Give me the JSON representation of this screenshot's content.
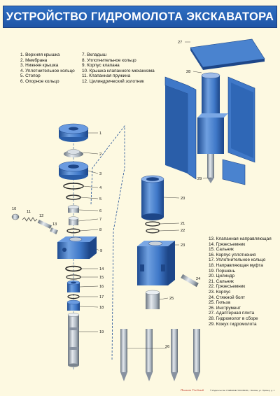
{
  "title": "УСТРОЙСТВО ГИДРОМОЛОТА ЭКСКАВАТОРА",
  "legend_left": [
    "1. Верхняя крышка",
    "2. Мембрана",
    "3. Нижняя крышка",
    "4. Уплотнительное кольцо",
    "5. Стопор",
    "6. Опорное кольцо"
  ],
  "legend_middle": [
    "7. Вкладыш",
    "8. Уплотнительное кольцо",
    "9. Корпус клапана",
    "10. Крышка клапанного механизма",
    "11. Клапанная пружина",
    "12. Цилиндрический золотник"
  ],
  "legend_right": [
    "13. Клапанная направляющая",
    "14. Грязесъемник",
    "15. Сальник",
    "16. Корпус уплотнения",
    "17. Уплотнительное кольцо",
    "18. Направляющая муфта",
    "19. Поршень",
    "20. Цилиндр",
    "21. Сальник",
    "22. Грязесъемник",
    "23. Корпус",
    "24. Стяжной болт",
    "25. Гильза",
    "26. Инструмент",
    "27. Адаптерная плита",
    "28. Гидромолот в сборе",
    "29. Кожух гидромолота"
  ],
  "callouts": [
    "1",
    "2",
    "3",
    "4",
    "5",
    "6",
    "7",
    "8",
    "9",
    "10",
    "11",
    "12",
    "13",
    "14",
    "15",
    "16",
    "17",
    "18",
    "19",
    "20",
    "21",
    "22",
    "23",
    "24",
    "25",
    "26",
    "27",
    "28",
    "29"
  ],
  "brand": "Плакат Учебный",
  "footer": "© Издательство УЧЕБНЫЕ ПОСОБИЯ, г. Москва, ул. Пример, д. 1",
  "colors": {
    "banner": "#2563b8",
    "part_blue": "#3f78c8",
    "part_dark": "#1f4f97",
    "steel": "#b8c2cc",
    "background": "#fdf9e1"
  }
}
